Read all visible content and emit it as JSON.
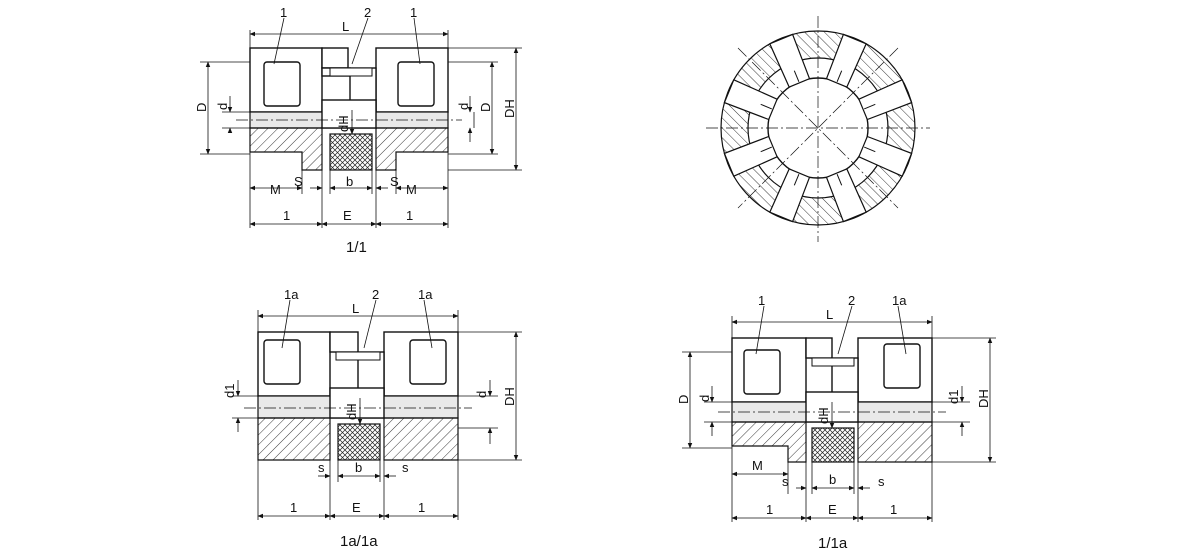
{
  "figures": {
    "fig1": {
      "caption": "1/1",
      "labels": {
        "hub_left": "1",
        "insert": "2",
        "hub_right": "1",
        "L": "L",
        "D_left": "D",
        "d_left": "d",
        "d_right": "d",
        "D_right": "D",
        "DH": "DH",
        "dH": "dH",
        "M_left": "M",
        "S_left": "S",
        "b": "b",
        "S_right": "S",
        "M_right": "M",
        "len_left": "1",
        "E": "E",
        "len_right": "1"
      }
    },
    "fig2": {
      "caption": "",
      "description_icon": "spider-insert-cross-section"
    },
    "fig3": {
      "caption": "1a/1a",
      "labels": {
        "hub_left": "1a",
        "insert": "2",
        "hub_right": "1a",
        "L": "L",
        "d1": "d1",
        "d": "d",
        "DH": "DH",
        "dH": "dH",
        "s_left": "s",
        "b": "b",
        "s_right": "s",
        "len_left": "1",
        "E": "E",
        "len_right": "1"
      }
    },
    "fig4": {
      "caption": "1/1a",
      "labels": {
        "hub_left": "1",
        "insert": "2",
        "hub_right": "1a",
        "L": "L",
        "D": "D",
        "d": "d",
        "d1": "d1",
        "DH": "DH",
        "dH": "dH",
        "M": "M",
        "s_left": "s",
        "b": "b",
        "s_right": "s",
        "len_left": "1",
        "E": "E",
        "len_right": "1"
      }
    }
  }
}
